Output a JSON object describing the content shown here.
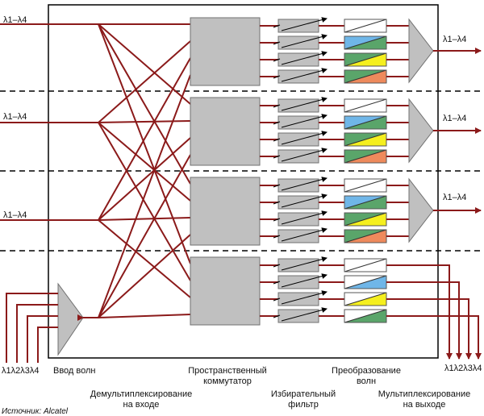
{
  "labels": {
    "input_lambda_1": "λ1–λ4",
    "input_lambda_2": "λ1–λ4",
    "input_lambda_3": "λ1–λ4",
    "output_lambda_1": "λ1–λ4",
    "output_lambda_2": "λ1–λ4",
    "output_lambda_3": "λ1–λ4",
    "add_lambdas": "λ1λ2λ3λ4",
    "drop_lambdas": "λ1λ2λ3λ4",
    "add_wave": "Ввод волн",
    "demux_line1": "Демультиплексирование",
    "demux_line2": "на входе",
    "switch_line1": "Пространственный",
    "switch_line2": "коммутатор",
    "filter_line1": "Избирательный",
    "filter_line2": "фильтр",
    "conv_line1": "Преобразование",
    "conv_line2": "волн",
    "mux_line1": "Мультиплексирование",
    "mux_line2": "на выходе",
    "source": "Источник: Alcatel"
  },
  "colors": {
    "fiber": "#8b1a1a",
    "block": "#c0c0c0",
    "block_stroke": "#707070",
    "frame": "#000000",
    "conv_white": "#ffffff",
    "conv_blue": "#6fb6e8",
    "conv_yellow": "#f5ef1e",
    "conv_green": "#5aa56a",
    "conv_orange": "#ee8a5c"
  },
  "icons": [
    "mux-triangle-icon",
    "demux-triangle-icon",
    "arrow-icon"
  ]
}
